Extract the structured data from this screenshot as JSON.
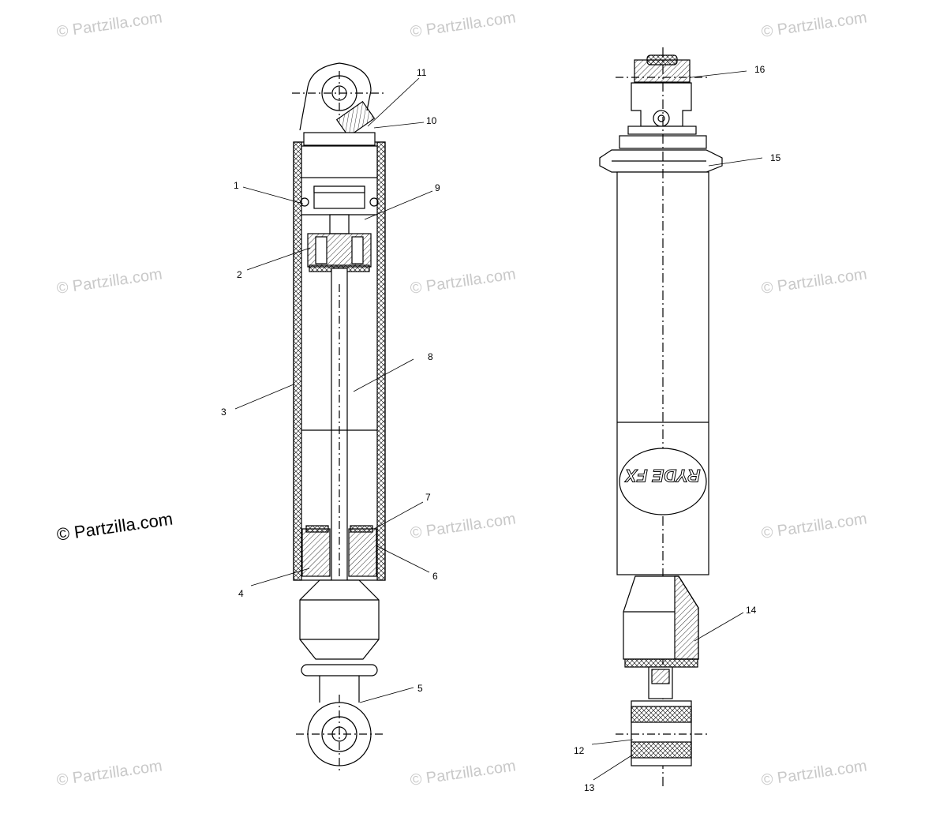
{
  "watermark_text": "© Partzilla.com",
  "callouts": {
    "c1": "1",
    "c2": "2",
    "c3": "3",
    "c4": "4",
    "c5": "5",
    "c6": "6",
    "c7": "7",
    "c8": "8",
    "c9": "9",
    "c10": "10",
    "c11": "11",
    "c12": "12",
    "c13": "13",
    "c14": "14",
    "c15": "15",
    "c16": "16"
  },
  "colors": {
    "line": "#000000",
    "watermark": "#c9c9c9",
    "background": "#ffffff"
  }
}
